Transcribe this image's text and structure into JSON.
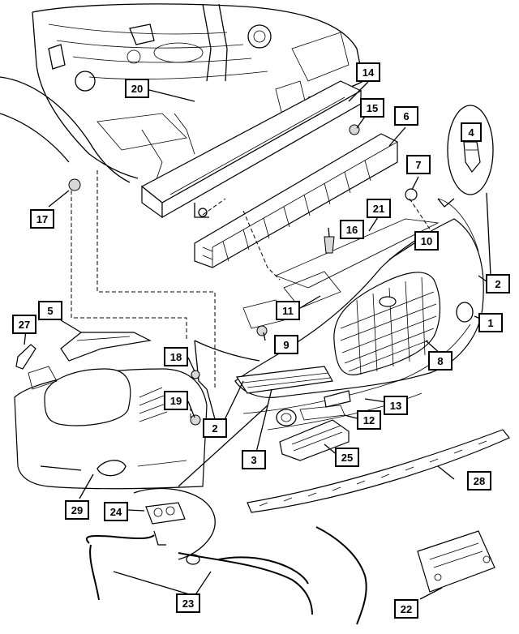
{
  "callouts": [
    {
      "id": "c1",
      "label": "1"
    },
    {
      "id": "c2a",
      "label": "2"
    },
    {
      "id": "c2b",
      "label": "2"
    },
    {
      "id": "c3",
      "label": "3"
    },
    {
      "id": "c4",
      "label": "4"
    },
    {
      "id": "c5",
      "label": "5"
    },
    {
      "id": "c6",
      "label": "6"
    },
    {
      "id": "c7",
      "label": "7"
    },
    {
      "id": "c8",
      "label": "8"
    },
    {
      "id": "c9",
      "label": "9"
    },
    {
      "id": "c10",
      "label": "10"
    },
    {
      "id": "c11",
      "label": "11"
    },
    {
      "id": "c12",
      "label": "12"
    },
    {
      "id": "c13",
      "label": "13"
    },
    {
      "id": "c14",
      "label": "14"
    },
    {
      "id": "c15",
      "label": "15"
    },
    {
      "id": "c16",
      "label": "16"
    },
    {
      "id": "c17",
      "label": "17"
    },
    {
      "id": "c18",
      "label": "18"
    },
    {
      "id": "c19",
      "label": "19"
    },
    {
      "id": "c20",
      "label": "20"
    },
    {
      "id": "c21",
      "label": "21"
    },
    {
      "id": "c22",
      "label": "22"
    },
    {
      "id": "c23",
      "label": "23"
    },
    {
      "id": "c24",
      "label": "24"
    },
    {
      "id": "c25",
      "label": "25"
    },
    {
      "id": "c27",
      "label": "27"
    },
    {
      "id": "c28",
      "label": "28"
    },
    {
      "id": "c29",
      "label": "29"
    }
  ]
}
